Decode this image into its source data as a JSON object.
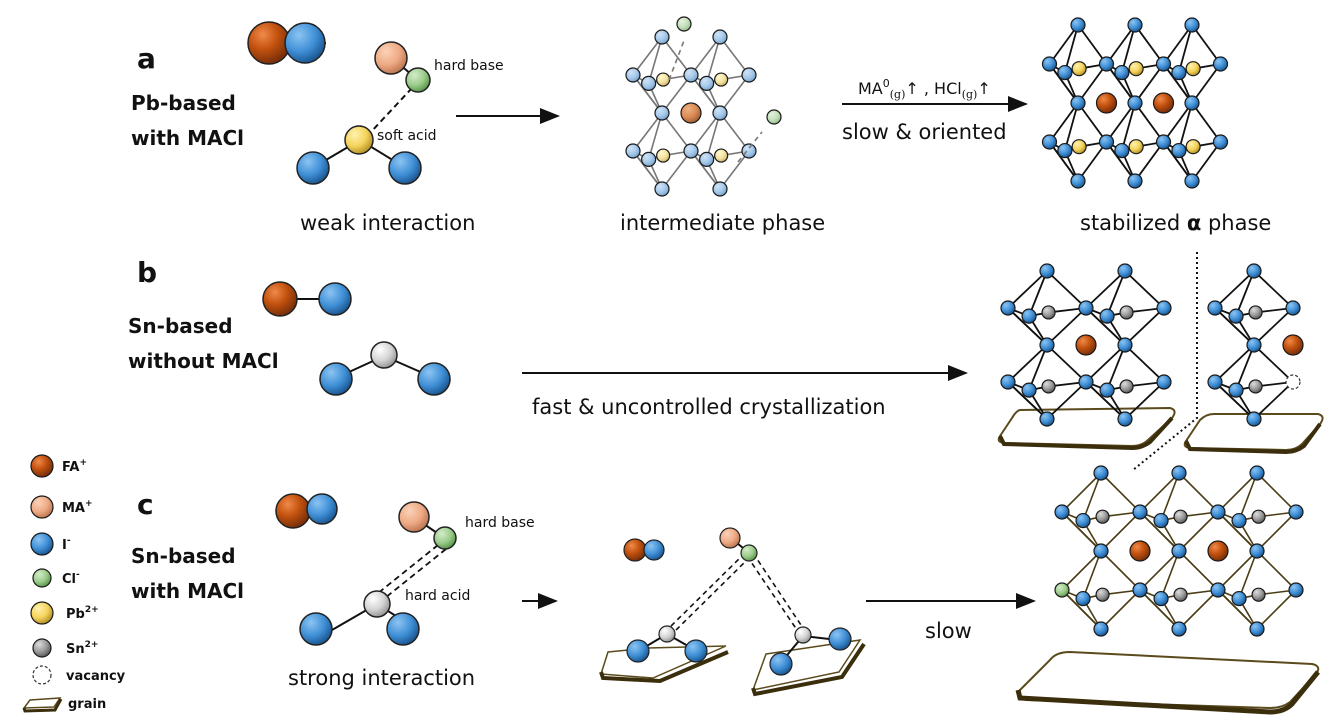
{
  "panels": [
    {
      "letter": "a",
      "title_line1": "Pb-based",
      "title_line2": "with MACl",
      "hard_base_label": "hard base",
      "soft_acid_label": "soft acid",
      "caption_left": "weak interaction",
      "caption_middle": "intermediate phase",
      "arrow_top_label": "MA⁰(g)↑ , HCl(g)↑",
      "arrow_top_ma": "MA",
      "arrow_top_ma_sup": "0",
      "arrow_top_sub": "(g)",
      "arrow_top_up": "↑",
      "arrow_top_sep": " , ",
      "arrow_top_hcl": "HCl",
      "arrow_bottom_label": "slow & oriented",
      "caption_right_pre": "stabilized ",
      "caption_right_alpha": "α",
      "caption_right_post": " phase"
    },
    {
      "letter": "b",
      "title_line1": "Sn-based",
      "title_line2": "without MACl",
      "arrow_label": "fast & uncontrolled crystallization"
    },
    {
      "letter": "c",
      "title_line1": "Sn-based",
      "title_line2": "with MACl",
      "hard_base_label": "hard base",
      "hard_acid_label": "hard acid",
      "caption_left": "strong interaction",
      "arrow_label": "slow"
    }
  ],
  "legend": [
    {
      "name": "FA",
      "sup": "+",
      "color": "#c4520f",
      "icon": "fa-sphere"
    },
    {
      "name": "MA",
      "sup": "+",
      "color": "#eeaa84",
      "icon": "ma-sphere"
    },
    {
      "name": "I",
      "sup": "-",
      "color": "#3f8fd6",
      "icon": "iodide-sphere"
    },
    {
      "name": "Cl",
      "sup": "-",
      "color": "#9ccc8c",
      "icon": "chloride-sphere"
    },
    {
      "name": "Pb",
      "sup": "2+",
      "color": "#f4d35a",
      "icon": "lead-sphere"
    },
    {
      "name": "Sn",
      "sup": "2+",
      "color": "#9a9a9a",
      "icon": "tin-sphere"
    },
    {
      "name": "vacancy",
      "sup": "",
      "color": "#ffffff",
      "icon": "vacancy-circle"
    },
    {
      "name": "grain",
      "sup": "",
      "color": "#5a4a1c",
      "icon": "grain-slab"
    }
  ],
  "colors": {
    "fa": "#c4520f",
    "ma": "#eeaa84",
    "iodide": "#3f8fd6",
    "chloride": "#9ccc8c",
    "lead": "#f4d35a",
    "tin": "#9a9a9a",
    "tin_light": "#d4d4d4",
    "grain_edge": "#5a4a1c",
    "bond": "#111111",
    "bond_faded": "#777777",
    "bond_brown": "#4a3d15"
  }
}
